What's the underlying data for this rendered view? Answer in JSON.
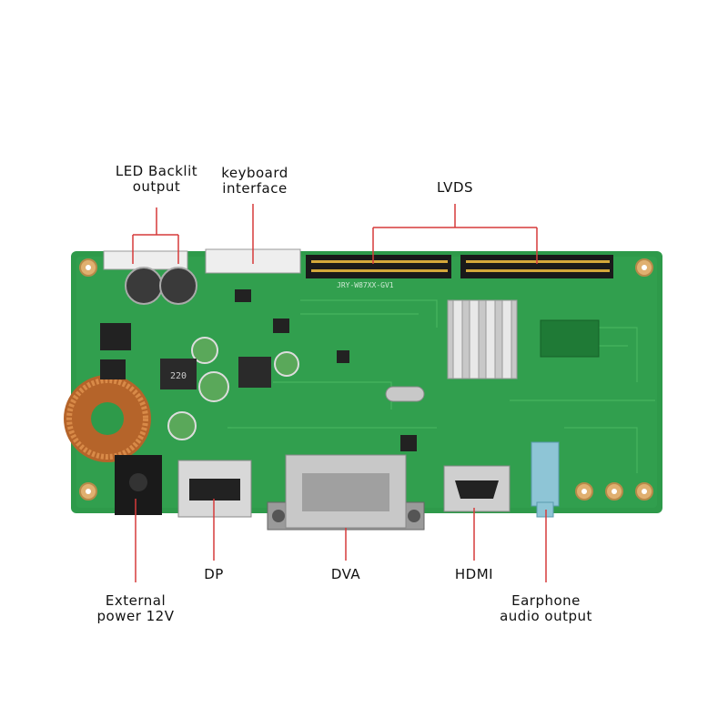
{
  "labels": {
    "led_backlit": [
      "LED Backlit",
      "output"
    ],
    "keyboard": [
      "keyboard",
      "interface"
    ],
    "lvds": "LVDS",
    "external_power": [
      "External",
      "power 12V"
    ],
    "dp": "DP",
    "dva": "DVA",
    "hdmi": "HDMI",
    "earphone": [
      "Earphone",
      "audio output"
    ],
    "board_marking": "JRY-W87XX-GV1",
    "chip_marking": "220"
  },
  "colors": {
    "pcb": "#2e9a4a",
    "pcb_dark": "#1f7a36",
    "callout_line": "#d63a3a",
    "connector_white": "#eeeeee",
    "header_black": "#1a1a1a",
    "audio_jack": "#8ec5d6",
    "metal": "#c8c8c8"
  }
}
